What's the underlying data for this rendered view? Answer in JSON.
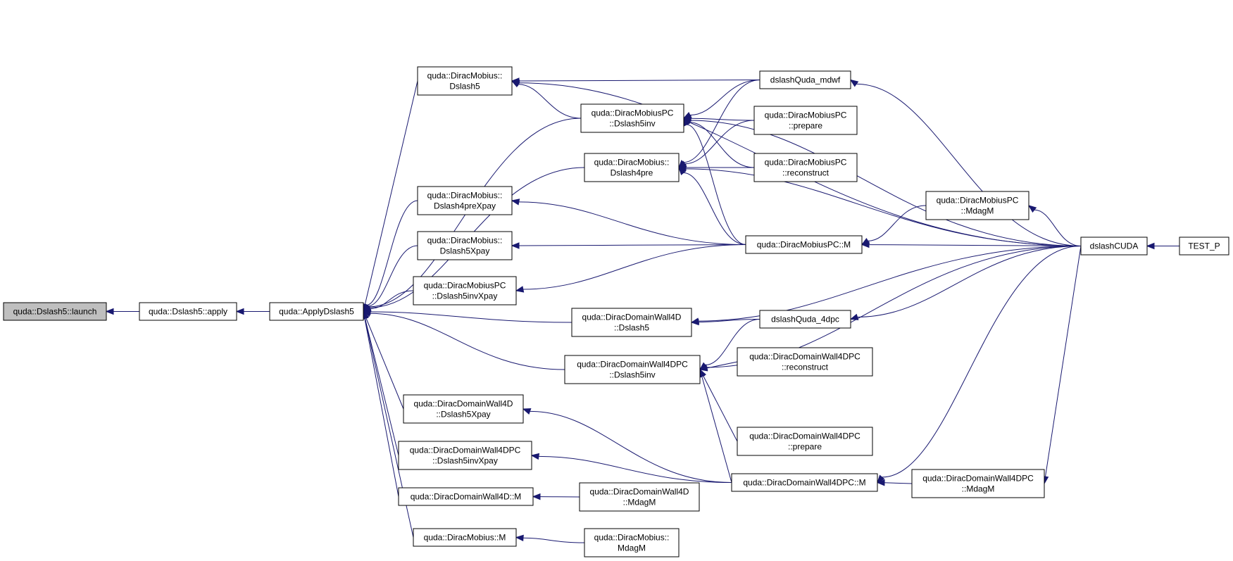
{
  "colors": {
    "edge": "#191970",
    "focus_fill": "#bfbfbf",
    "node_fill": "#ffffff",
    "node_stroke": "#000000"
  },
  "nodes": {
    "launch": {
      "lines": [
        "quda::Dslash5::launch"
      ],
      "focus": true
    },
    "apply": {
      "lines": [
        "quda::Dslash5::apply"
      ]
    },
    "applyDslash5": {
      "lines": [
        "quda::ApplyDslash5"
      ]
    },
    "mobiusDslash5": {
      "lines": [
        "quda::DiracMobius::",
        "Dslash5"
      ]
    },
    "mobiusPCDslash5inv": {
      "lines": [
        "quda::DiracMobiusPC",
        "::Dslash5inv"
      ]
    },
    "mobiusDslash4pre": {
      "lines": [
        "quda::DiracMobius::",
        "Dslash4pre"
      ]
    },
    "mobiusDslash4preXpay": {
      "lines": [
        "quda::DiracMobius::",
        "Dslash4preXpay"
      ]
    },
    "mobiusDslash5Xpay": {
      "lines": [
        "quda::DiracMobius::",
        "Dslash5Xpay"
      ]
    },
    "mobiusPCDslash5invXpay": {
      "lines": [
        "quda::DiracMobiusPC",
        "::Dslash5invXpay"
      ]
    },
    "dw4dDslash5": {
      "lines": [
        "quda::DiracDomainWall4D",
        "::Dslash5"
      ]
    },
    "dw4dpcDslash5inv": {
      "lines": [
        "quda::DiracDomainWall4DPC",
        "::Dslash5inv"
      ]
    },
    "dw4dDslash5Xpay": {
      "lines": [
        "quda::DiracDomainWall4D",
        "::Dslash5Xpay"
      ]
    },
    "dw4dpcDslash5invXpay": {
      "lines": [
        "quda::DiracDomainWall4DPC",
        "::Dslash5invXpay"
      ]
    },
    "dw4dM": {
      "lines": [
        "quda::DiracDomainWall4D::M"
      ]
    },
    "mobiusM": {
      "lines": [
        "quda::DiracMobius::M"
      ]
    },
    "dslashQudaMdwf": {
      "lines": [
        "dslashQuda_mdwf"
      ]
    },
    "mobiusPCPrepare": {
      "lines": [
        "quda::DiracMobiusPC",
        "::prepare"
      ]
    },
    "mobiusPCReconstruct": {
      "lines": [
        "quda::DiracMobiusPC",
        "::reconstruct"
      ]
    },
    "mobiusPCM": {
      "lines": [
        "quda::DiracMobiusPC::M"
      ]
    },
    "mobiusPCMdagM": {
      "lines": [
        "quda::DiracMobiusPC",
        "::MdagM"
      ]
    },
    "dslashQuda4dpc": {
      "lines": [
        "dslashQuda_4dpc"
      ]
    },
    "dw4dpcReconstruct": {
      "lines": [
        "quda::DiracDomainWall4DPC",
        "::reconstruct"
      ]
    },
    "dw4dpcPrepare": {
      "lines": [
        "quda::DiracDomainWall4DPC",
        "::prepare"
      ]
    },
    "dw4dpcM": {
      "lines": [
        "quda::DiracDomainWall4DPC::M"
      ]
    },
    "dw4dpcMdagM": {
      "lines": [
        "quda::DiracDomainWall4DPC",
        "::MdagM"
      ]
    },
    "dw4dMdagM": {
      "lines": [
        "quda::DiracDomainWall4D",
        "::MdagM"
      ]
    },
    "mobiusMdagM": {
      "lines": [
        "quda::DiracMobius::",
        "MdagM"
      ]
    },
    "dslashCUDA": {
      "lines": [
        "dslashCUDA"
      ]
    },
    "testP": {
      "lines": [
        "TEST_P"
      ]
    }
  },
  "edges": [
    [
      "apply",
      "launch"
    ],
    [
      "applyDslash5",
      "apply"
    ],
    [
      "mobiusDslash5",
      "applyDslash5"
    ],
    [
      "mobiusPCDslash5inv",
      "applyDslash5"
    ],
    [
      "mobiusDslash4pre",
      "applyDslash5"
    ],
    [
      "mobiusDslash4preXpay",
      "applyDslash5"
    ],
    [
      "mobiusDslash5Xpay",
      "applyDslash5"
    ],
    [
      "mobiusPCDslash5invXpay",
      "applyDslash5"
    ],
    [
      "dw4dDslash5",
      "applyDslash5"
    ],
    [
      "dw4dpcDslash5inv",
      "applyDslash5"
    ],
    [
      "dw4dDslash5Xpay",
      "applyDslash5"
    ],
    [
      "dw4dpcDslash5invXpay",
      "applyDslash5"
    ],
    [
      "dw4dM",
      "applyDslash5"
    ],
    [
      "mobiusM",
      "applyDslash5"
    ],
    [
      "dslashCUDA",
      "mobiusDslash5"
    ],
    [
      "dslashQudaMdwf",
      "mobiusDslash5"
    ],
    [
      "mobiusPCDslash5inv",
      "mobiusDslash5"
    ],
    [
      "dslashQudaMdwf",
      "mobiusPCDslash5inv"
    ],
    [
      "mobiusPCPrepare",
      "mobiusPCDslash5inv"
    ],
    [
      "mobiusPCReconstruct",
      "mobiusPCDslash5inv"
    ],
    [
      "mobiusPCM",
      "mobiusPCDslash5inv"
    ],
    [
      "dslashCUDA",
      "mobiusPCDslash5inv"
    ],
    [
      "dslashQudaMdwf",
      "mobiusDslash4pre"
    ],
    [
      "mobiusPCPrepare",
      "mobiusDslash4pre"
    ],
    [
      "mobiusPCReconstruct",
      "mobiusDslash4pre"
    ],
    [
      "mobiusPCM",
      "mobiusDslash4pre"
    ],
    [
      "dslashCUDA",
      "mobiusDslash4pre"
    ],
    [
      "mobiusPCM",
      "mobiusDslash4preXpay"
    ],
    [
      "mobiusPCM",
      "mobiusDslash5Xpay"
    ],
    [
      "mobiusPCM",
      "mobiusPCDslash5invXpay"
    ],
    [
      "dslashCUDA",
      "dslashQudaMdwf"
    ],
    [
      "mobiusPCMdagM",
      "mobiusPCM"
    ],
    [
      "dslashCUDA",
      "mobiusPCM"
    ],
    [
      "dslashCUDA",
      "mobiusPCMdagM"
    ],
    [
      "testP",
      "dslashCUDA"
    ],
    [
      "dslashQuda4dpc",
      "dw4dDslash5"
    ],
    [
      "dslashCUDA",
      "dw4dDslash5"
    ],
    [
      "dslashCUDA",
      "dslashQuda4dpc"
    ],
    [
      "dslashQuda4dpc",
      "dw4dpcDslash5inv"
    ],
    [
      "dw4dpcReconstruct",
      "dw4dpcDslash5inv"
    ],
    [
      "dw4dpcPrepare",
      "dw4dpcDslash5inv"
    ],
    [
      "dw4dpcM",
      "dw4dpcDslash5inv"
    ],
    [
      "dslashCUDA",
      "dw4dpcDslash5inv"
    ],
    [
      "dw4dpcM",
      "dw4dDslash5Xpay"
    ],
    [
      "dw4dpcM",
      "dw4dpcDslash5invXpay"
    ],
    [
      "dw4dMdagM",
      "dw4dM"
    ],
    [
      "mobiusMdagM",
      "mobiusM"
    ],
    [
      "dw4dpcMdagM",
      "dw4dpcM"
    ],
    [
      "dslashCUDA",
      "dw4dpcM"
    ],
    [
      "dslashCUDA",
      "dw4dpcMdagM"
    ]
  ]
}
